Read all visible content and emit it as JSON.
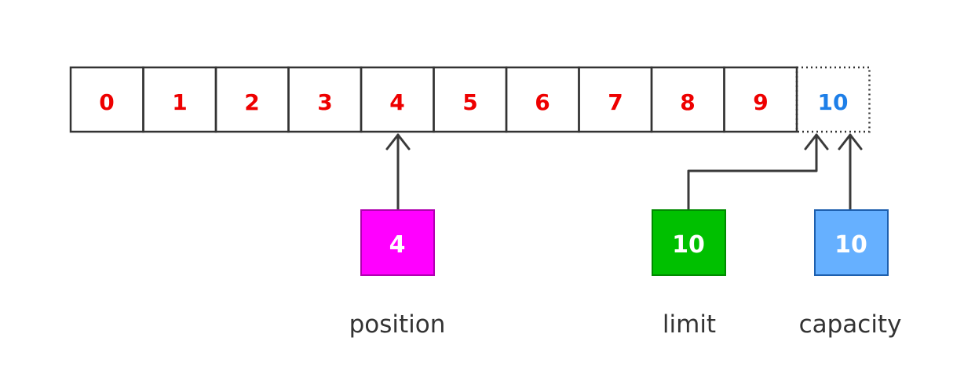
{
  "colors": {
    "cell_index": "#ee0000",
    "capacity_index": "#1e7fe8",
    "cell_border": "#333333",
    "arrow": "#3a3a3a",
    "position_fill": "#ff00ff",
    "position_border": "#b000b0",
    "limit_fill": "#00c000",
    "limit_border": "#008a00",
    "capacity_fill": "#66b0ff",
    "capacity_border": "#1d5fae",
    "caption": "#333333"
  },
  "buffer": {
    "cells": [
      "0",
      "1",
      "2",
      "3",
      "4",
      "5",
      "6",
      "7",
      "8",
      "9"
    ],
    "capacity_cell": "10"
  },
  "pointers": {
    "position": {
      "value": "4",
      "label": "position",
      "points_to_index": 4
    },
    "limit": {
      "value": "10",
      "label": "limit",
      "points_to_index": 10
    },
    "capacity": {
      "value": "10",
      "label": "capacity",
      "points_to_index": 10
    }
  }
}
